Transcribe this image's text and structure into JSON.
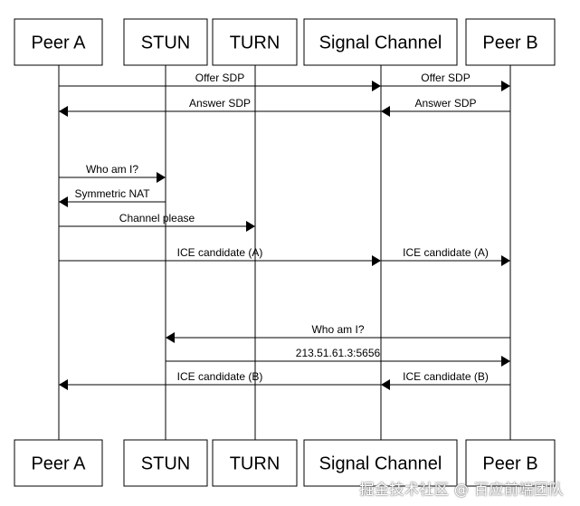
{
  "participants": [
    {
      "id": "peer-a",
      "label": "Peer A"
    },
    {
      "id": "stun",
      "label": "STUN"
    },
    {
      "id": "turn",
      "label": "TURN"
    },
    {
      "id": "signal",
      "label": "Signal Channel"
    },
    {
      "id": "peer-b",
      "label": "Peer B"
    }
  ],
  "messages": [
    {
      "from": "peer-a",
      "to": "signal",
      "label": "Offer SDP"
    },
    {
      "from": "signal",
      "to": "peer-b",
      "label": "Offer SDP"
    },
    {
      "from": "signal",
      "to": "peer-a",
      "label": "Answer SDP"
    },
    {
      "from": "peer-b",
      "to": "signal",
      "label": "Answer SDP"
    },
    {
      "from": "peer-a",
      "to": "stun",
      "label": "Who am I?"
    },
    {
      "from": "stun",
      "to": "peer-a",
      "label": "Symmetric NAT"
    },
    {
      "from": "peer-a",
      "to": "turn",
      "label": "Channel please"
    },
    {
      "from": "peer-a",
      "to": "signal",
      "label": "ICE candidate (A)"
    },
    {
      "from": "signal",
      "to": "peer-b",
      "label": "ICE candidate (A)"
    },
    {
      "from": "peer-b",
      "to": "stun",
      "label": "Who am I?"
    },
    {
      "from": "stun",
      "to": "peer-b",
      "label": "213.51.61.3:5656"
    },
    {
      "from": "signal",
      "to": "peer-a",
      "label": "ICE candidate (B)"
    },
    {
      "from": "peer-b",
      "to": "signal",
      "label": "ICE candidate (B)"
    }
  ],
  "watermark": "掘金技术社区 @ 百应前端团队",
  "colors": {
    "line": "#000000",
    "box_border": "#000000",
    "box_fill": "#ffffff",
    "text": "#000000"
  }
}
